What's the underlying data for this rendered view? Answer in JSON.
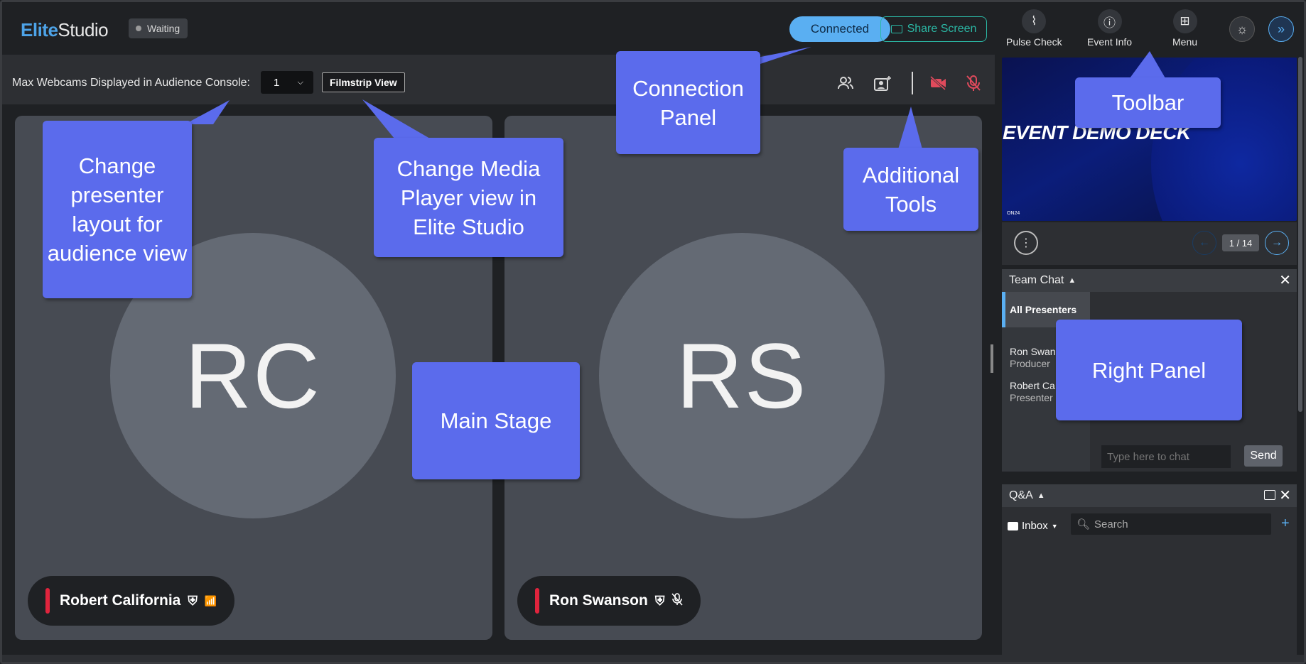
{
  "app": {
    "brand_elite": "Elite",
    "brand_studio": "Studio",
    "status": "Waiting"
  },
  "topbar": {
    "connected_label": "Connected",
    "share_label": "Share Screen",
    "tools": [
      {
        "label": "Pulse Check",
        "icon": "pulse-icon"
      },
      {
        "label": "Event Info",
        "icon": "info-icon"
      },
      {
        "label": "Menu",
        "icon": "grid-icon"
      }
    ]
  },
  "subbar": {
    "max_webcams_label": "Max Webcams Displayed in Audience Console:",
    "max_webcams_value": "1",
    "view_button": "Filmstrip View"
  },
  "stage": {
    "presenters": [
      {
        "initials": "RC",
        "name": "Robert California"
      },
      {
        "initials": "RS",
        "name": "Ron Swanson"
      }
    ]
  },
  "right_panel": {
    "slide_title": "EVENT DEMO DECK",
    "slide_brand": "ON24",
    "page_indicator": "1 / 14",
    "team_chat": {
      "title": "Team Chat",
      "all_label": "All Presenters",
      "people": [
        {
          "name": "Ron Swan",
          "role": "Producer"
        },
        {
          "name": "Robert Ca",
          "role": "Presenter"
        }
      ],
      "input_placeholder": "Type here to chat",
      "send_label": "Send"
    },
    "qa": {
      "title": "Q&A",
      "inbox_label": "Inbox",
      "search_placeholder": "Search"
    }
  },
  "callouts": {
    "connection": "Connection Panel",
    "toolbar": "Toolbar",
    "change_layout": "Change presenter layout for audience view",
    "change_media": "Change Media Player view in Elite Studio",
    "additional_tools": "Additional Tools",
    "main_stage": "Main Stage",
    "right_panel": "Right Panel"
  },
  "colors": {
    "accent": "#5aaff2",
    "callout": "#5b6bec",
    "live_red": "#e0243d",
    "share_teal": "#2bb8a5"
  }
}
